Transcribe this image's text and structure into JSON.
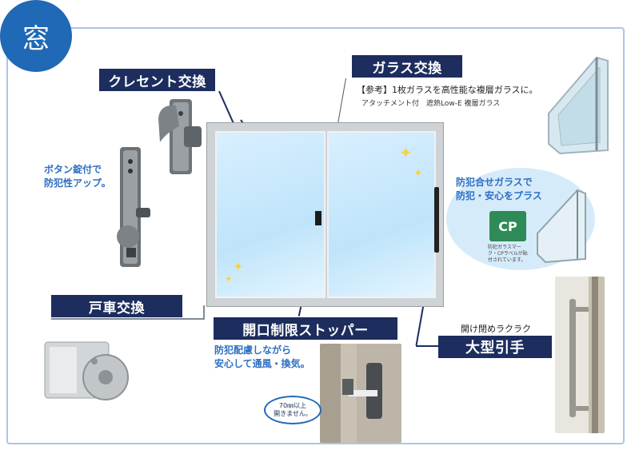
{
  "badge": {
    "text": "窓"
  },
  "labels": {
    "crescent": "クレセント交換",
    "glass": "ガラス交換",
    "roller": "戸車交換",
    "stopper": "開口制限ストッパー",
    "handle": "大型引手"
  },
  "texts": {
    "glass_ref_line1": "【参考】1枚ガラスを高性能な複層ガラスに。",
    "glass_ref_line2": "アタッチメント付　遮熱Low-E 複層ガラス",
    "button_lock_line1": "ボタン錠付で",
    "button_lock_line2": "防犯性アップ。",
    "security_glass_line1": "防犯合せガラスで",
    "security_glass_line2": "防犯・安心をプラス",
    "cp_mark_caption": "防犯ガラスマーク・CPラベルが貼付されています。",
    "stopper_desc_line1": "防犯配慮しながら",
    "stopper_desc_line2": "安心して通風・換気。",
    "stopper_note_line1": "70㎜以上",
    "stopper_note_line2": "開きません。",
    "handle_desc": "開け閉めラクラク"
  },
  "colors": {
    "navy": "#1c2d5e",
    "accent_blue": "#1f69b6",
    "text_blue": "#2d6fc2",
    "frame_border": "#a9c6ea"
  }
}
